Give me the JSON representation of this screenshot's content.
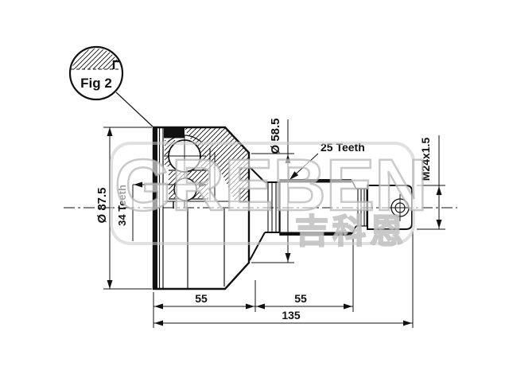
{
  "figure": {
    "label": "Fig 2"
  },
  "watermark": {
    "brand": "GREBEN",
    "brand_cn": "吉科恩"
  },
  "dimensions": {
    "outer_diameter": "Ø 87.5",
    "inner_spline": "34 Teeth",
    "boot_seat_diameter": "Ø 58.5",
    "outer_spline": "25 Teeth",
    "thread": "M24x1.5",
    "length_left": "55",
    "length_right": "55",
    "length_total": "135"
  },
  "colors": {
    "line": "#111111",
    "watermark": "#d8d8d8",
    "background": "#ffffff"
  }
}
